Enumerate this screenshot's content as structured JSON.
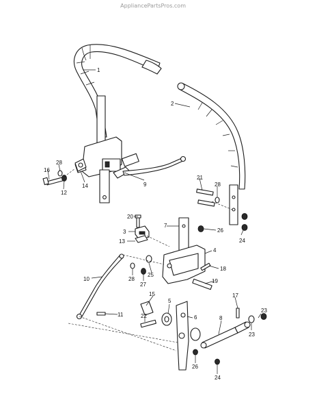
{
  "watermark": "AppliancePartsPros.com",
  "callouts": {
    "c1": "1",
    "c2": "2",
    "c3": "3",
    "c4": "4",
    "c5": "5",
    "c6": "6",
    "c7": "7",
    "c8": "8",
    "c9": "9",
    "c10": "10",
    "c11": "11",
    "c12": "12",
    "c13": "13",
    "c14": "14",
    "c15": "15",
    "c16": "16",
    "c17": "17",
    "c18": "18",
    "c19": "19",
    "c20": "20",
    "c21": "21",
    "c22": "22",
    "c23a": "23",
    "c23b": "23",
    "c24a": "24",
    "c24b": "24",
    "c25": "25",
    "c26a": "26",
    "c26b": "26",
    "c27": "27",
    "c28a": "28",
    "c28b": "28",
    "c28c": "28"
  }
}
